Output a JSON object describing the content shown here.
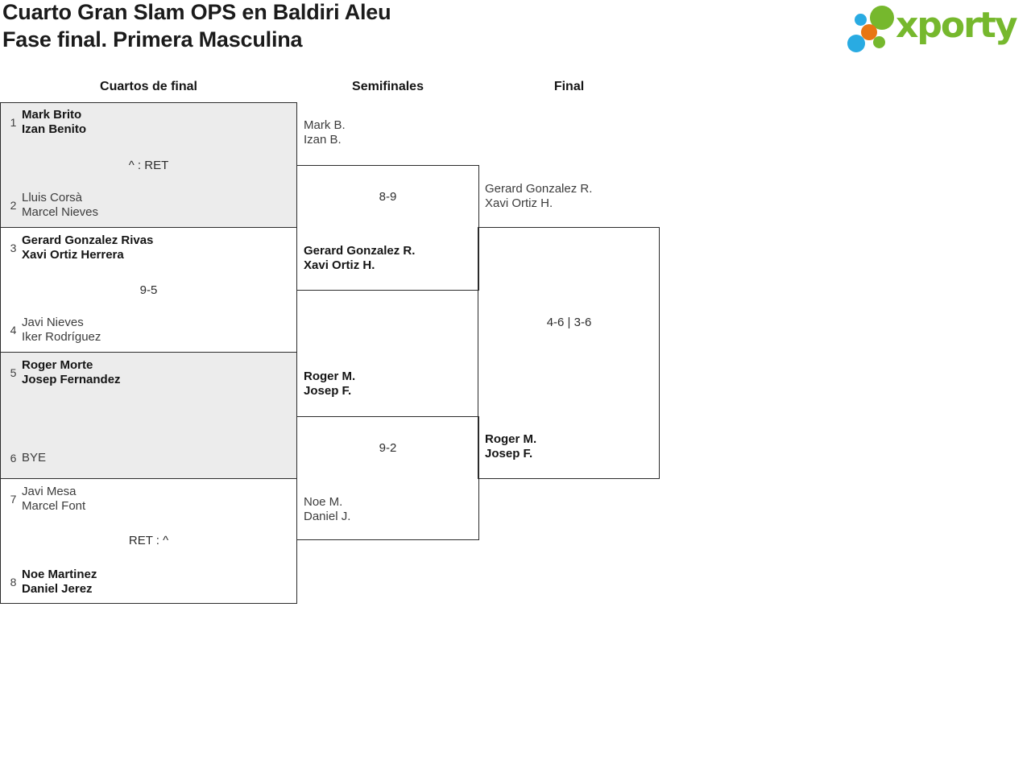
{
  "title": {
    "line1": "Cuarto Gran Slam OPS en Baldiri Aleu",
    "line2": "Fase final. Primera Masculina"
  },
  "logo": {
    "text": "xporty",
    "green": "#76b82d",
    "blue": "#29abe2",
    "orange": "#e87613"
  },
  "round_headers": {
    "quarterfinals": "Cuartos de final",
    "semifinals": "Semifinales",
    "final": "Final"
  },
  "matches": {
    "qf1": {
      "seed_a": "1",
      "team_a_p1": "Mark Brito",
      "team_a_p2": "Izan Benito",
      "score": "^ : RET",
      "seed_b": "2",
      "team_b_p1": "Lluis Corsà",
      "team_b_p2": "Marcel Nieves"
    },
    "qf2": {
      "seed_a": "3",
      "team_a_p1": "Gerard Gonzalez Rivas",
      "team_a_p2": "Xavi Ortiz Herrera",
      "score": "9-5",
      "seed_b": "4",
      "team_b_p1": "Javi Nieves",
      "team_b_p2": "Iker Rodríguez"
    },
    "qf3": {
      "seed_a": "5",
      "team_a_p1": "Roger Morte",
      "team_a_p2": "Josep Fernandez",
      "score": "",
      "seed_b": "6",
      "team_b_p1": "BYE"
    },
    "qf4": {
      "seed_a": "7",
      "team_a_p1": "Javi Mesa",
      "team_a_p2": "Marcel Font",
      "score": "RET : ^",
      "seed_b": "8",
      "team_b_p1": "Noe Martinez",
      "team_b_p2": "Daniel Jerez"
    },
    "sf1": {
      "team_a_p1": "Mark B.",
      "team_a_p2": "Izan B.",
      "score": "8-9",
      "team_b_p1": "Gerard Gonzalez R.",
      "team_b_p2": "Xavi Ortiz H."
    },
    "sf2": {
      "team_a_p1": "Roger M.",
      "team_a_p2": "Josep F.",
      "score": "9-2",
      "team_b_p1": "Noe M.",
      "team_b_p2": "Daniel J."
    },
    "final": {
      "team_a_p1": "Gerard Gonzalez R.",
      "team_a_p2": "Xavi Ortiz H.",
      "score": "4-6 | 3-6",
      "team_b_p1": "Roger M.",
      "team_b_p2": "Josep F."
    }
  }
}
